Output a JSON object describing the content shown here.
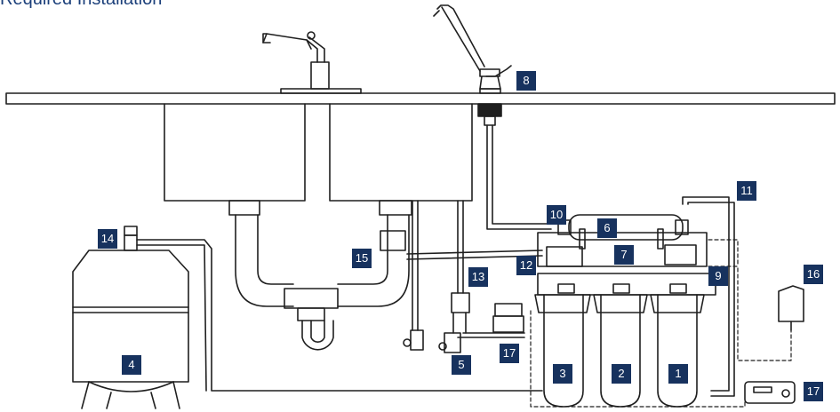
{
  "heading": "Required Installation",
  "colors": {
    "line": "#1f1f1f",
    "badge_bg": "#17325e",
    "badge_text": "#ffffff",
    "heading": "#1b3f7a"
  },
  "callouts": {
    "c1": "1",
    "c2": "2",
    "c3": "3",
    "c4": "4",
    "c5": "5",
    "c6": "6",
    "c7": "7",
    "c8": "8",
    "c9": "9",
    "c10": "10",
    "c11": "11",
    "c12": "12",
    "c13": "13",
    "c14": "14",
    "c15": "15",
    "c16": "16",
    "c17a": "17",
    "c17b": "17"
  }
}
